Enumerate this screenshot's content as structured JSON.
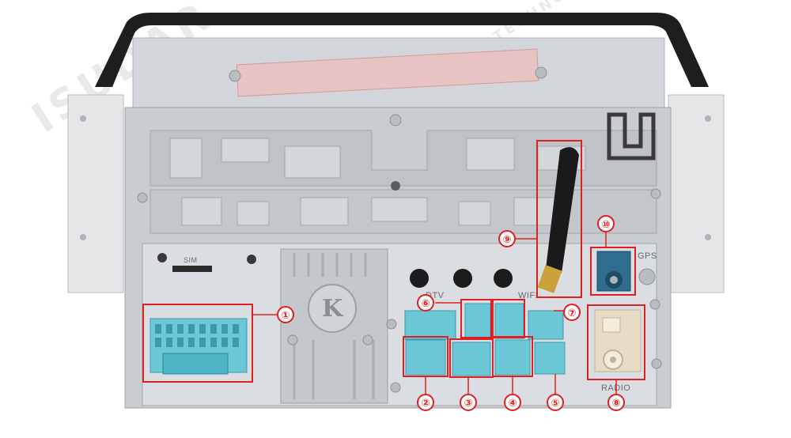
{
  "watermark": {
    "brand": "ISUDAR",
    "tagline": "TECHNOLOGY"
  },
  "panel_labels": {
    "sim": "SIM",
    "dtv": "DTV",
    "wifi": "WIFI",
    "gps": "GPS",
    "radio": "RADIO"
  },
  "callouts": [
    "①",
    "②",
    "③",
    "④",
    "⑤",
    "⑥",
    "⑦",
    "⑧",
    "⑨",
    "⑩"
  ],
  "colors": {
    "callout_red": "#e02020",
    "connector_blue": "#6cc7d6",
    "chassis_silver": "#c9ccd1",
    "plate_silver": "#dadde1",
    "bezel_black": "#1e1e1e",
    "bracket_grey": "#e4e6e8",
    "antenna_black": "#1a1a1a",
    "fakra_blue": "#2f6d8f",
    "radio_socket": "#e8dcc6"
  }
}
